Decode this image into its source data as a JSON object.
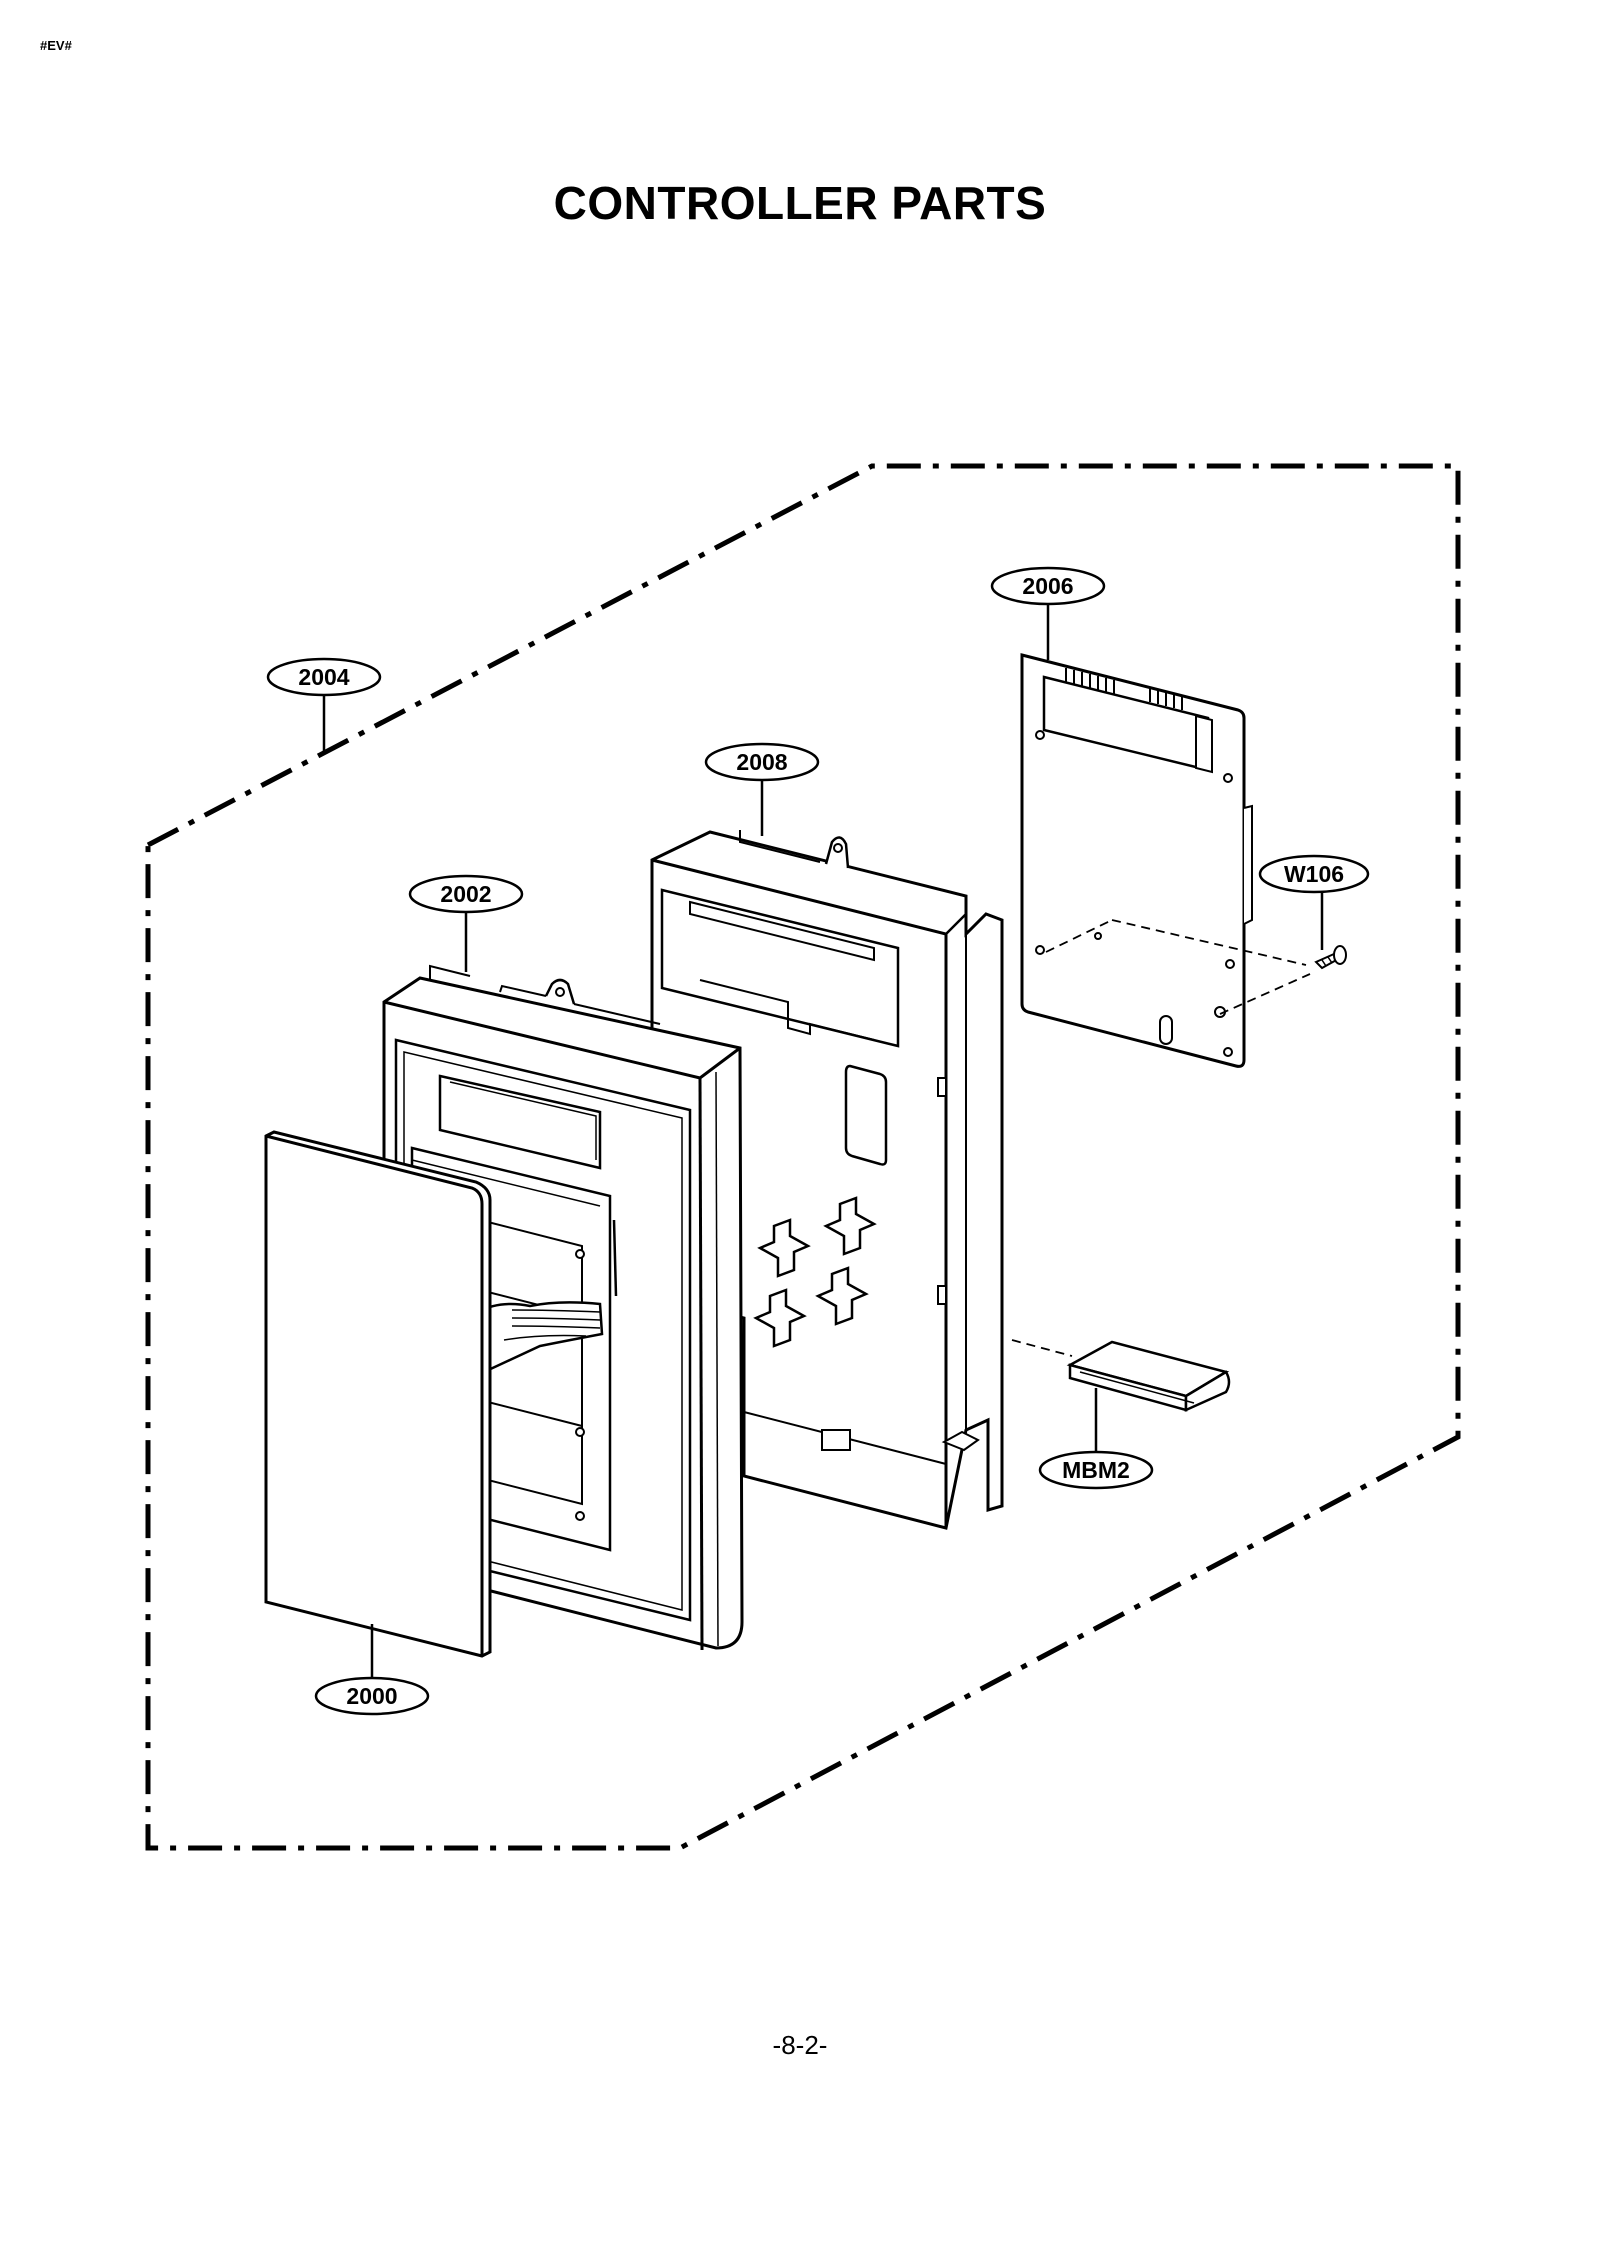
{
  "header": {
    "code": "#EV#"
  },
  "title": "CONTROLLER PARTS",
  "footer": {
    "page_number": "-8-2-"
  },
  "callouts": {
    "c2004": "2004",
    "c2006": "2006",
    "c2008": "2008",
    "c2002": "2002",
    "cW106": "W106",
    "cMBM2": "MBM2",
    "c2000": "2000"
  }
}
